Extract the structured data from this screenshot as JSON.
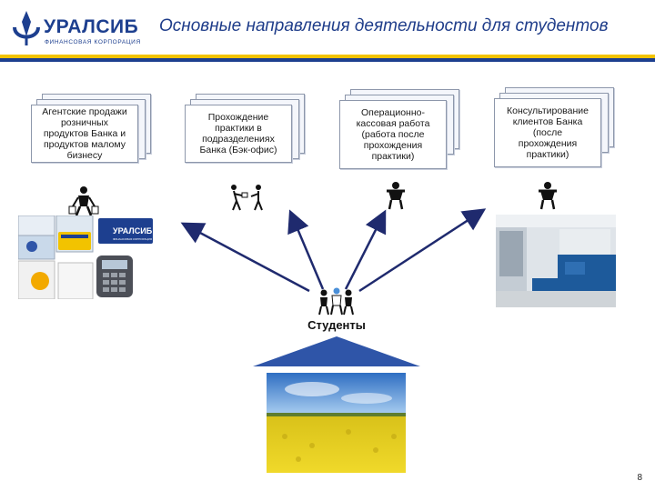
{
  "header": {
    "logo_text": "УРАЛСИБ",
    "logo_subtext": "ФИНАНСОВАЯ КОРПОРАЦИЯ",
    "title": "Основные направления деятельности для студентов",
    "brand_blue": "#1d3f8f",
    "brand_yellow": "#f2c300"
  },
  "directions": [
    {
      "label": "Агентские продажи\nрозничных\nпродуктов Банка и\nпродуктов малому\nбизнесу"
    },
    {
      "label": "Прохождение\nпрактики в\nподразделениях\nБанка (Бэк-офис)"
    },
    {
      "label": "Операционно-\nкассовая работа\n(работа после\nпрохождения\nпрактики)"
    },
    {
      "label": "Консультирование\nклиентов Банка\n(после\nпрохождения\nпрактики)"
    }
  ],
  "left_image": {
    "card_brand": "УРАЛСИБ",
    "card_subtext": "ФИНАНСОВАЯ КОРПОРАЦИЯ"
  },
  "center": {
    "label": "Студенты"
  },
  "footer": {
    "page_number": "8"
  },
  "colors": {
    "arrow": "#1f2a6e",
    "triangle": "#2f55a8",
    "sky": "#4a8fd8",
    "field": "#e8cf1c"
  }
}
